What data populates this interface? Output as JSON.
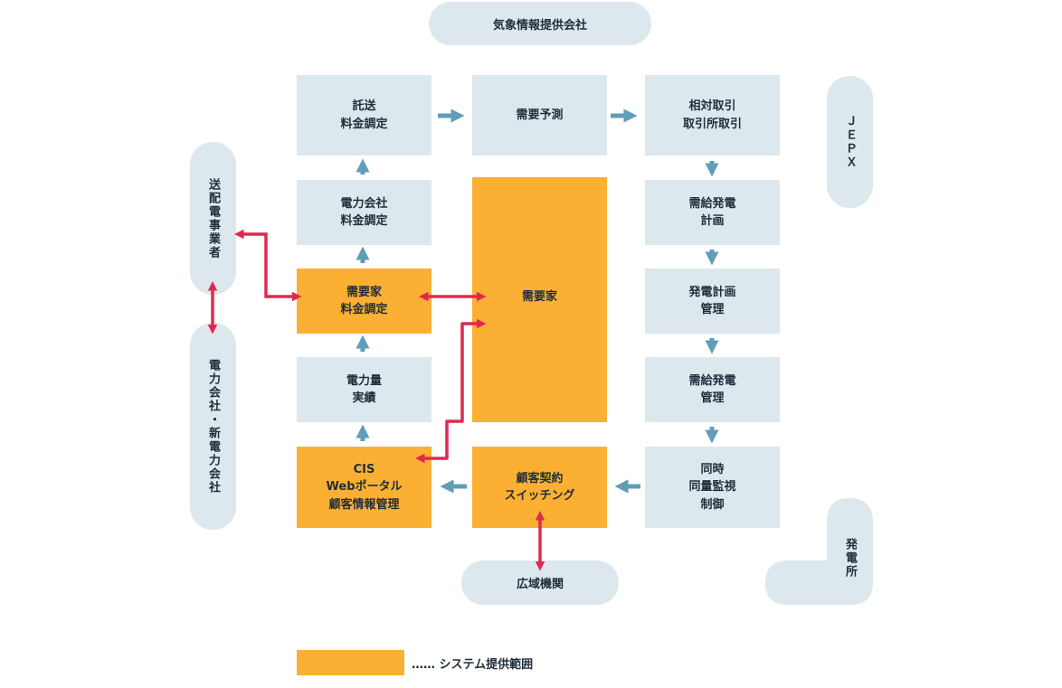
{
  "top": {
    "weather": "気象情報提供会社",
    "jepx": "ＪＥＰＸ"
  },
  "left": {
    "transmission": "送配電事業者",
    "utilities": "電力会社・新電力会社"
  },
  "center": {
    "consignment_fee": "託送\n料金調定",
    "utility_fee": "電力会社\n料金調定",
    "customer_fee": "需要家\n料金調定",
    "power_results": "電力量\n実績",
    "cis": "CIS\nWebポータル\n顧客情報管理",
    "demand_forecast": "需要予測",
    "consumer": "需要家",
    "contract_switching": "顧客契約\nスイッチング"
  },
  "right": {
    "trading": "相対取引\n取引所取引",
    "supply_plan": "需給発電\n計画",
    "gen_plan_mgmt": "発電計画\n管理",
    "supply_mgmt": "需給発電\n管理",
    "simultaneous": "同時\n同量監視\n制御"
  },
  "bottom": {
    "occto": "広域機関",
    "power_plant": "発電所"
  },
  "legend": {
    "text": "…… システム提供範囲"
  },
  "colors": {
    "system_scope": "#fbb034",
    "external": "#dde8ee",
    "flow_arrow": "#5f9db8",
    "exchange_arrow": "#e0294f"
  }
}
